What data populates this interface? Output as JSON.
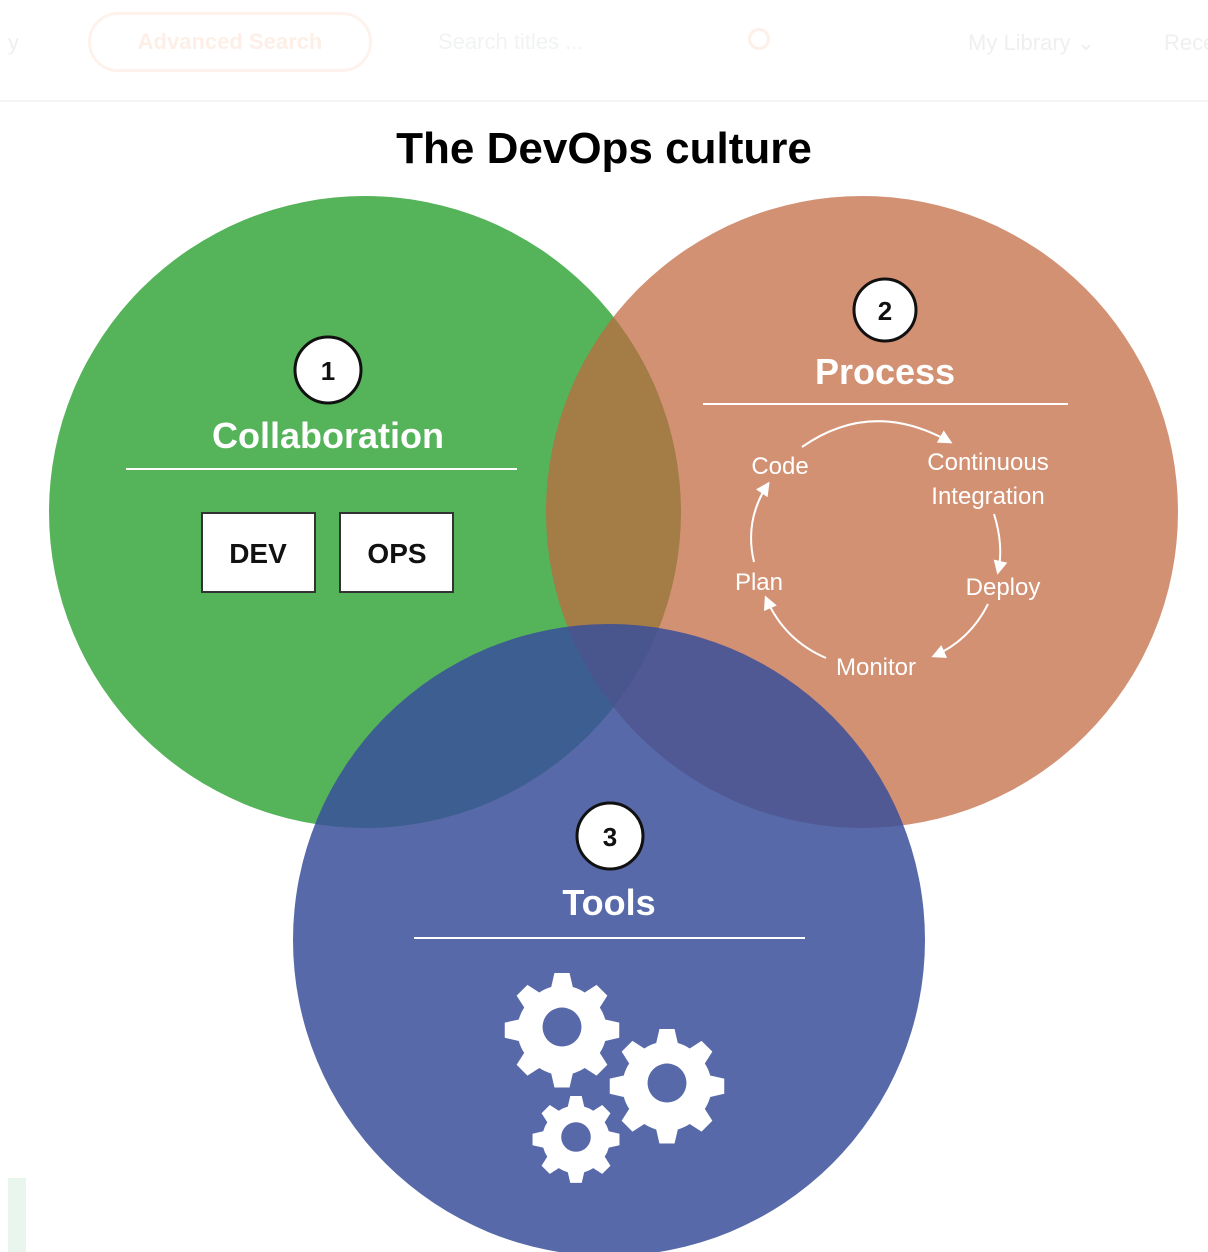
{
  "background_page": {
    "advanced_search_label": "Advanced Search",
    "search_placeholder": "Search titles ...",
    "my_library_label": "My Library",
    "recent_label": "Rece",
    "nav_edge_label": "y"
  },
  "diagram": {
    "title": "The DevOps culture",
    "colors": {
      "collaboration": "#4caf50",
      "process": "#c2673f",
      "tools": "#3a4f9a"
    },
    "collaboration": {
      "number": "1",
      "label": "Collaboration",
      "boxes": [
        "DEV",
        "OPS"
      ]
    },
    "process": {
      "number": "2",
      "label": "Process",
      "cycle": {
        "code": "Code",
        "ci_line1": "Continuous",
        "ci_line2": "Integration",
        "deploy": "Deploy",
        "monitor": "Monitor",
        "plan": "Plan"
      }
    },
    "tools": {
      "number": "3",
      "label": "Tools",
      "icon": "gears-icon"
    }
  }
}
